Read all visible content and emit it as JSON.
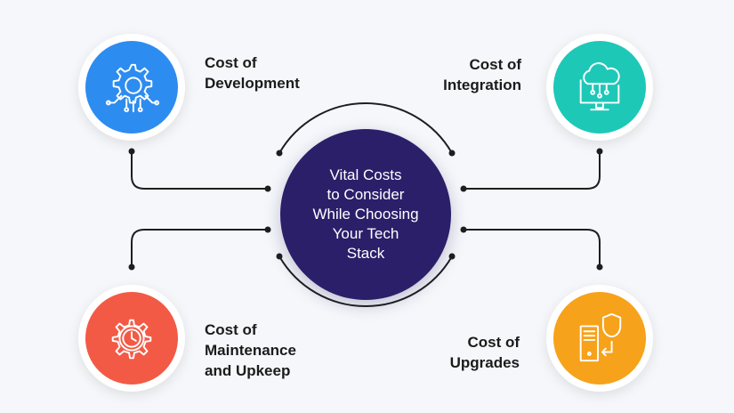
{
  "center": {
    "text": "Vital Costs\nto Consider\nWhile Choosing\nYour Tech\nStack",
    "color": "#2b1f6a"
  },
  "nodes": [
    {
      "id": "development",
      "label": "Cost of\nDevelopment",
      "color": "#2d8cf0",
      "icon": "gear-circuit-icon"
    },
    {
      "id": "integration",
      "label": "Cost of\nIntegration",
      "color": "#1ec8b7",
      "icon": "cloud-monitor-icon"
    },
    {
      "id": "maintenance",
      "label": "Cost of\nMaintenance\nand Upkeep",
      "color": "#f25a45",
      "icon": "gear-clock-icon"
    },
    {
      "id": "upgrades",
      "label": "Cost of\nUpgrades",
      "color": "#f7a21b",
      "icon": "server-shield-icon"
    }
  ]
}
